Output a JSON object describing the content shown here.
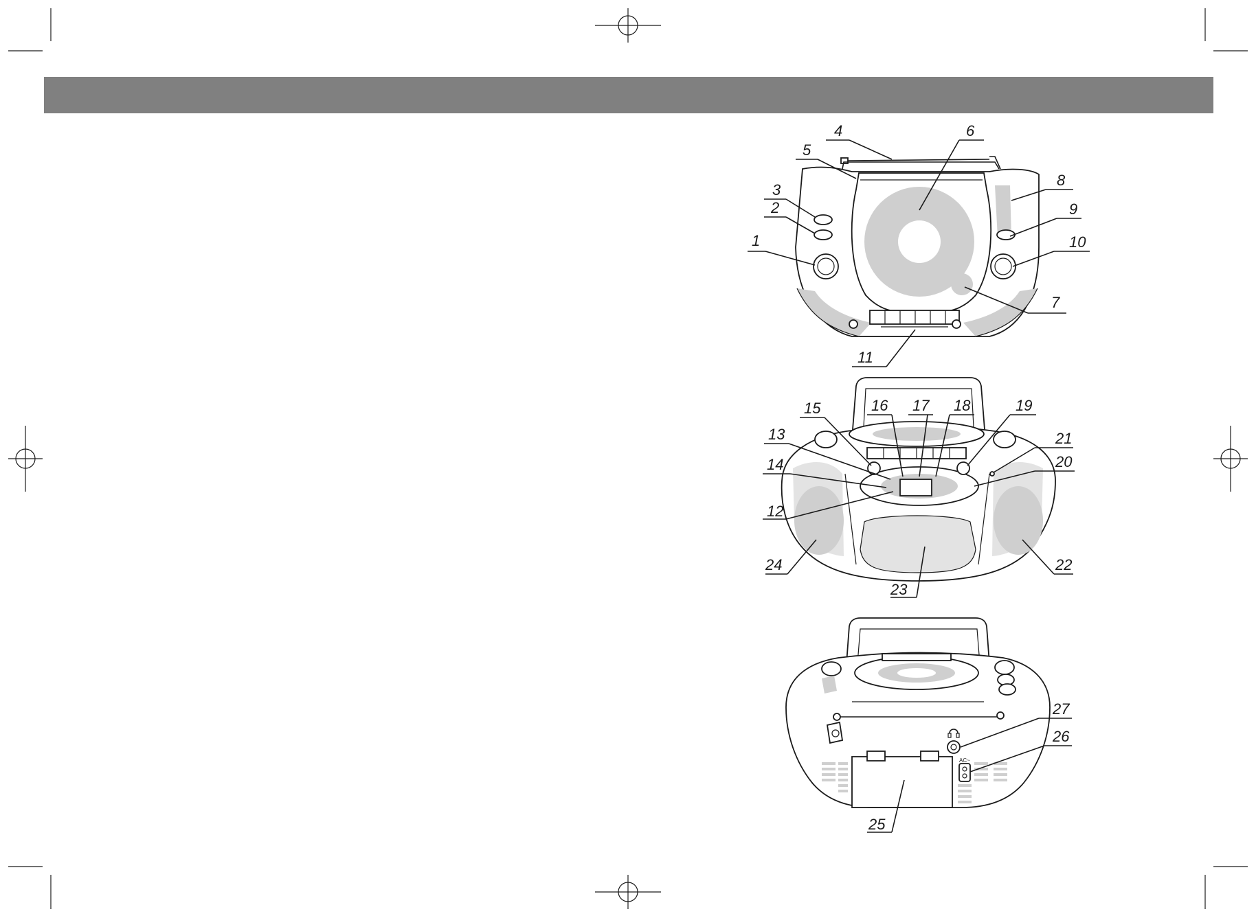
{
  "header_bar": {
    "color": "#808080"
  },
  "colors": {
    "line": "#1a1a1a",
    "shade": "#cfcfcf",
    "shade_dark": "#bcbcbc",
    "shade_light": "#e3e3e3",
    "background": "#ffffff"
  },
  "front_view": {
    "labels": [
      "1",
      "2",
      "3",
      "4",
      "5",
      "6",
      "7",
      "8",
      "9",
      "10",
      "11"
    ]
  },
  "top_view": {
    "labels": [
      "12",
      "13",
      "14",
      "15",
      "16",
      "17",
      "18",
      "19",
      "20",
      "21",
      "22",
      "23",
      "24"
    ]
  },
  "rear_view": {
    "labels": [
      "25",
      "26",
      "27"
    ],
    "socket_text": "AC~"
  }
}
